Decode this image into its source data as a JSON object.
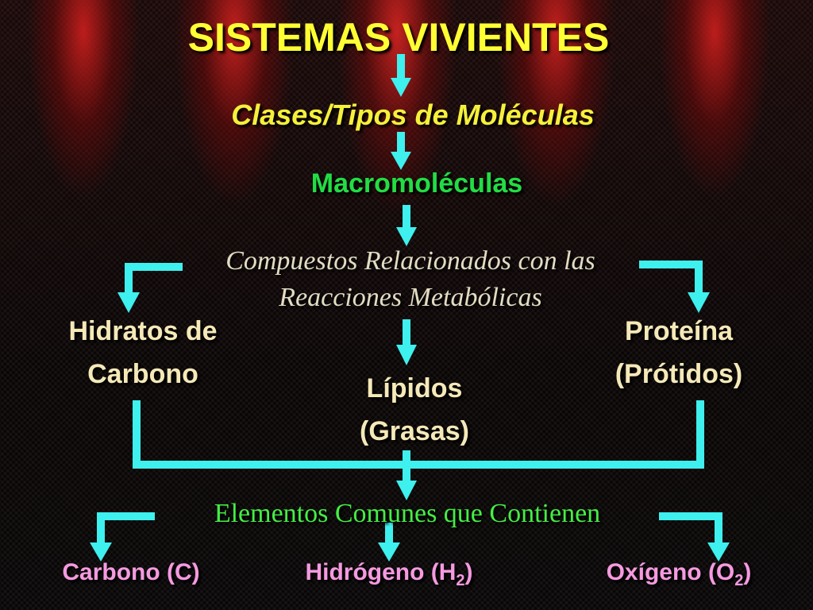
{
  "title": "SISTEMAS VIVIENTES",
  "subtitle": "Clases/Tipos de Moléculas",
  "level_macro": "Macromoléculas",
  "compuestos": {
    "line1": "Compuestos Relacionados con las",
    "line2": "Reacciones Metabólicas"
  },
  "categories": {
    "hidratos": {
      "line1": "Hidratos de",
      "line2": "Carbono"
    },
    "lipidos": {
      "line1": "Lípidos",
      "line2": "(Grasas)"
    },
    "proteina": {
      "line1": "Proteína",
      "line2": "(Prótidos)"
    }
  },
  "elementos_title": "Elementos Comunes que Contienen",
  "elements": {
    "carbono": "Carbono (C)",
    "hidrogeno": {
      "prefix": "Hidrógeno (H",
      "sub": "2",
      "suffix": ")"
    },
    "oxigeno": {
      "prefix": "Oxígeno (O",
      "sub": "2",
      "suffix": ")"
    }
  },
  "colors": {
    "title": "#ffff33",
    "subtitle": "#f5f03a",
    "macro": "#22dd44",
    "compuestos": "#e3dcc3",
    "categories": "#f5e9b8",
    "elementos_title": "#44ee44",
    "elements": "#f59ae0",
    "connectors": "#3ef0ee",
    "curtain": "#c41e1c"
  }
}
